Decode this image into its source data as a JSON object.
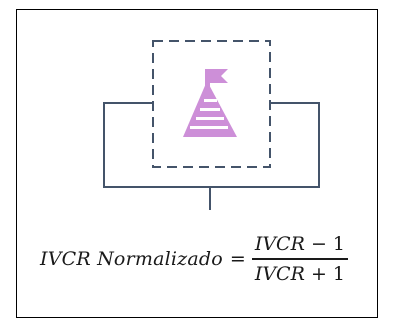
{
  "diagram": {
    "icon": "flag-flask-icon",
    "colors": {
      "connector": "#44546a",
      "icon_fill": "#cd8fd8",
      "icon_stripes": "#ffffff"
    }
  },
  "formula": {
    "lhs": "IVCR Normalizado",
    "equals": "=",
    "numerator": {
      "var": "IVCR",
      "op": " − ",
      "const": "1"
    },
    "denominator": {
      "var": "IVCR",
      "op": " + ",
      "const": "1"
    }
  }
}
